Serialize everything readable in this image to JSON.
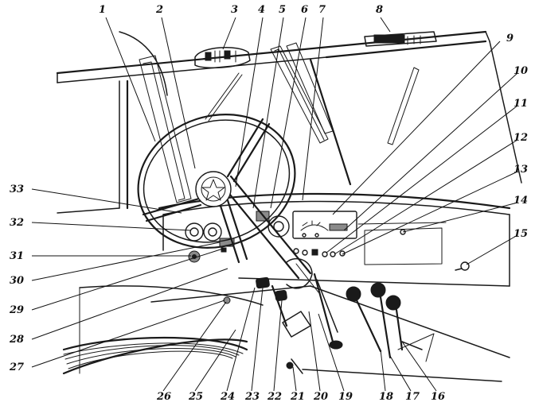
{
  "figure": {
    "callouts": [
      {
        "n": "1"
      },
      {
        "n": "2"
      },
      {
        "n": "3"
      },
      {
        "n": "4"
      },
      {
        "n": "5"
      },
      {
        "n": "6"
      },
      {
        "n": "7"
      },
      {
        "n": "8"
      },
      {
        "n": "9"
      },
      {
        "n": "10"
      },
      {
        "n": "11"
      },
      {
        "n": "12"
      },
      {
        "n": "13"
      },
      {
        "n": "14"
      },
      {
        "n": "15"
      },
      {
        "n": "16"
      },
      {
        "n": "17"
      },
      {
        "n": "18"
      },
      {
        "n": "19"
      },
      {
        "n": "20"
      },
      {
        "n": "21"
      },
      {
        "n": "22"
      },
      {
        "n": "23"
      },
      {
        "n": "24"
      },
      {
        "n": "25"
      },
      {
        "n": "26"
      },
      {
        "n": "27"
      },
      {
        "n": "28"
      },
      {
        "n": "29"
      },
      {
        "n": "30"
      },
      {
        "n": "31"
      },
      {
        "n": "32"
      },
      {
        "n": "33"
      }
    ]
  }
}
